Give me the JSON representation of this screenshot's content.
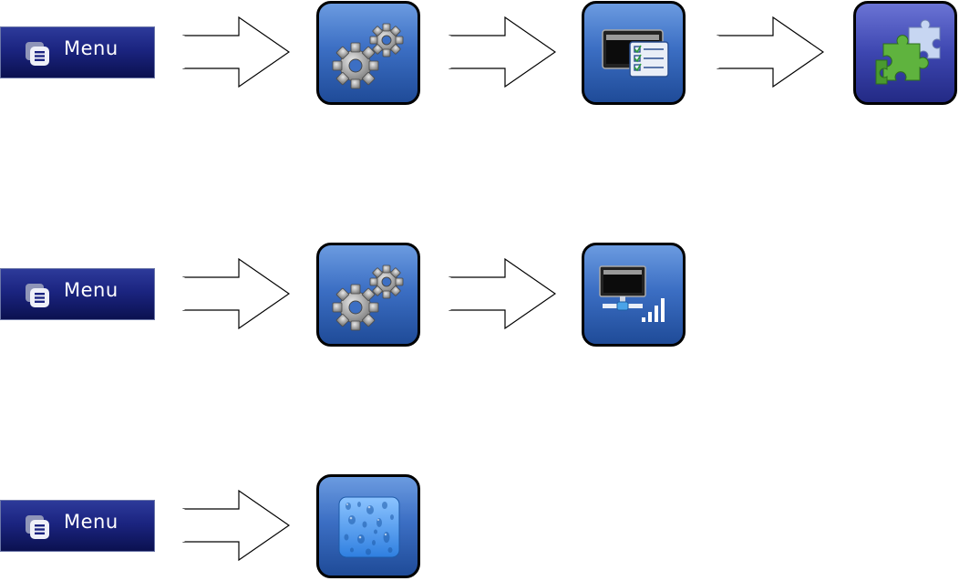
{
  "rows": [
    {
      "menu_label": "Menu",
      "steps": [
        "settings-gears",
        "display-settings",
        "add-ons-puzzle"
      ]
    },
    {
      "menu_label": "Menu",
      "steps": [
        "settings-gears",
        "network-status"
      ]
    },
    {
      "menu_label": "Menu",
      "steps": [
        "water-droplets"
      ]
    }
  ],
  "colors": {
    "menu_bg": "#1b2480",
    "tile_blue": "#3c6fc4",
    "tile_purple": "#3d46b0",
    "arrow_stroke": "#000000"
  }
}
